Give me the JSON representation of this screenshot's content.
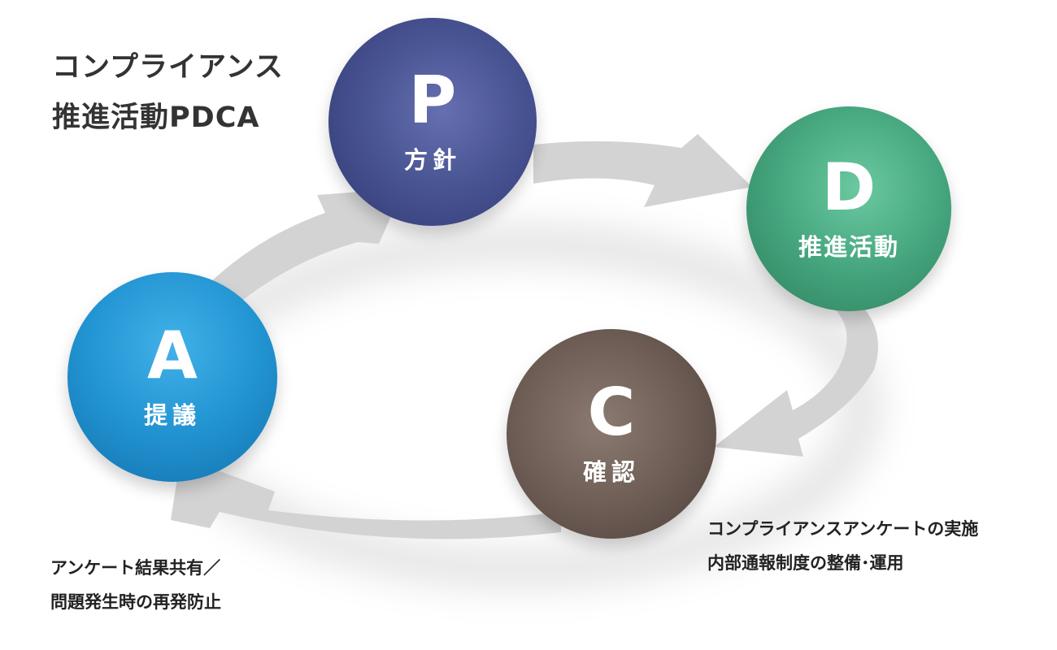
{
  "title": {
    "line1": "コンプライアンス",
    "line2": "推進活動PDCA"
  },
  "nodes": {
    "p": {
      "letter": "P",
      "label": "方針",
      "color": "#4a5594"
    },
    "d": {
      "letter": "D",
      "label": "推進活動",
      "color": "#45a57d"
    },
    "c": {
      "letter": "C",
      "label": "確認",
      "color": "#6e5e56"
    },
    "a": {
      "letter": "A",
      "label": "提議",
      "color": "#2294d2"
    }
  },
  "notes": {
    "a": {
      "line1": "アンケート結果共有／",
      "line2": "問題発生時の再発防止"
    },
    "c": {
      "line1": "コンプライアンスアンケートの実施",
      "line2": "内部通報制度の整備･運用"
    }
  },
  "arrow_color": "#d3d3d3"
}
